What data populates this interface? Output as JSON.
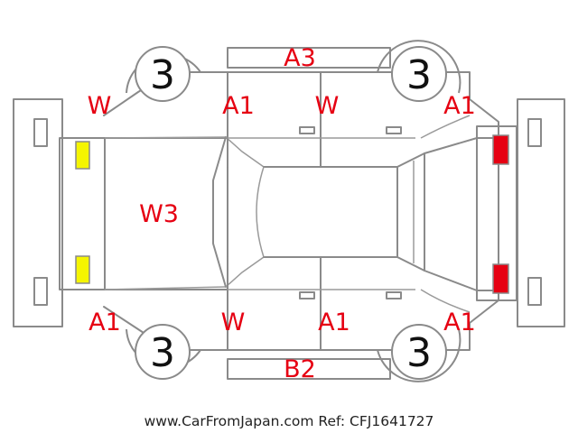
{
  "codes": {
    "top_door_label": "A3",
    "bottom_door_label": "B2",
    "front_left_corner": "W",
    "front_door_top": "A1",
    "rear_door_top": "W",
    "rear_right_top": "A1",
    "hood": "W3",
    "front_left_bottom": "A1",
    "front_door_bottom": "W",
    "rear_door_bottom": "A1",
    "rear_right_bottom": "A1"
  },
  "tires": {
    "front_top": "3",
    "rear_top": "3",
    "front_bottom": "3",
    "rear_bottom": "3"
  },
  "colors": {
    "damage_code": "#e60012",
    "outline": "#8a8a8a",
    "headlight": "#f5f500",
    "taillight": "#e60012"
  },
  "footer": "www.CarFromJapan.com Ref: CFJ1641727"
}
